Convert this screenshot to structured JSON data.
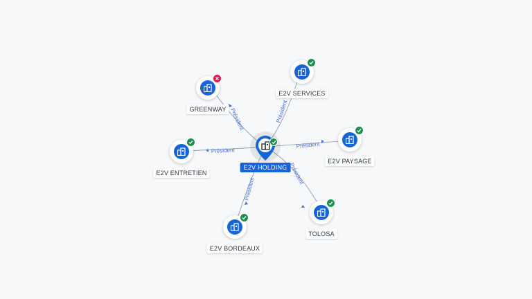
{
  "center": {
    "label": "E2V HOLDING",
    "status": "ok",
    "icon": "building-icon"
  },
  "relation_label": "Président",
  "nodes": [
    {
      "id": "greenway",
      "label": "GREENWAY",
      "status": "ko",
      "icon": "building-icon"
    },
    {
      "id": "e2v-services",
      "label": "E2V SERVICES",
      "status": "ok",
      "icon": "building-icon"
    },
    {
      "id": "e2v-paysage",
      "label": "E2V PAYSAGE",
      "status": "ok",
      "icon": "building-icon"
    },
    {
      "id": "tolosa",
      "label": "TOLOSA",
      "status": "ok",
      "icon": "building-icon"
    },
    {
      "id": "e2v-bordeaux",
      "label": "E2V BORDEAUX",
      "status": "ok",
      "icon": "building-icon"
    },
    {
      "id": "e2v-entretien",
      "label": "E2V ENTRETIEN",
      "status": "ok",
      "icon": "building-icon"
    }
  ],
  "colors": {
    "accent": "#1565d8",
    "ok": "#1e8e4e",
    "ko": "#d81b50",
    "edge": "#8a93a6",
    "edge_label": "#4a6fd1"
  }
}
